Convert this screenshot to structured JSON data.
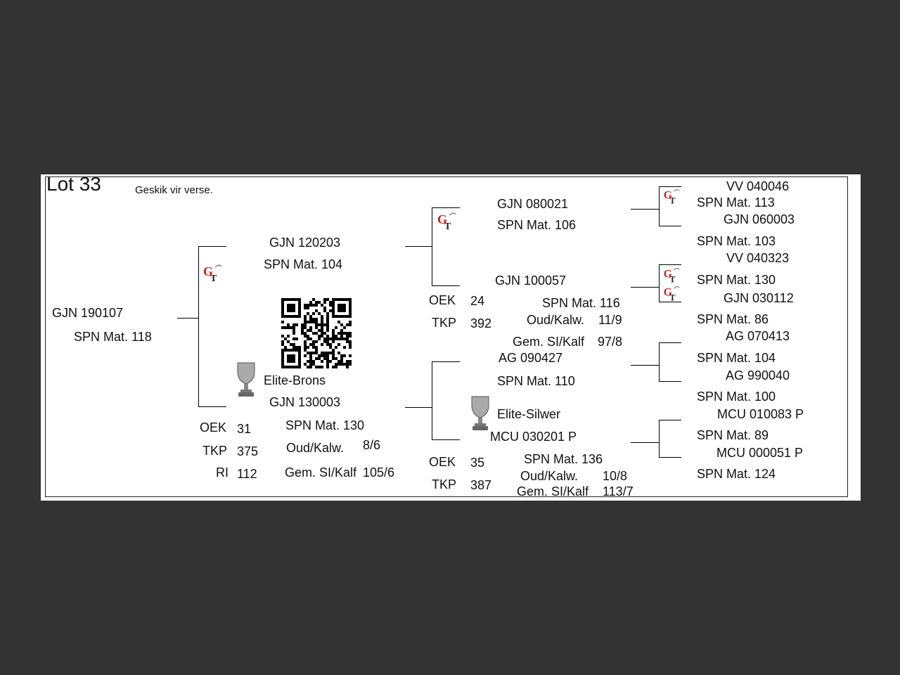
{
  "header": {
    "lot": "Lot 33",
    "note": "Geskik vir verse."
  },
  "animal": {
    "id": "GJN 190107",
    "spn": "SPN Mat. 118"
  },
  "sire": {
    "id": "GJN 120203",
    "spn": "SPN Mat. 104",
    "sire": {
      "id": "GJN 080021",
      "spn": "SPN Mat. 106",
      "sire": {
        "id": "VV  040046",
        "spn": "SPN Mat. 113"
      },
      "dam": {
        "id": "GJN 060003",
        "spn": "SPN Mat. 103"
      }
    },
    "dam": {
      "id": "GJN 100057",
      "spn": "SPN Mat. 116",
      "oek_label": "OEK",
      "oek": "24",
      "tkp_label": "TKP",
      "tkp": "392",
      "oudkalw_label": "Oud/Kalw.",
      "oudkalw": "11/9",
      "gem_label": "Gem. SI/Kalf",
      "gem": "97/8",
      "sire": {
        "id": "VV  040323",
        "spn": "SPN Mat. 130"
      },
      "dam": {
        "id": "GJN 030112",
        "spn": "SPN Mat. 86"
      }
    }
  },
  "dam": {
    "award": "Elite-Brons",
    "id": "GJN 130003",
    "spn": "SPN Mat. 130",
    "oek_label": "OEK",
    "oek": "31",
    "tkp_label": "TKP",
    "tkp": "375",
    "ri_label": "RI",
    "ri": "112",
    "oudkalw_label": "Oud/Kalw.",
    "oudkalw": "8/6",
    "gem_label": "Gem. SI/Kalf",
    "gem": "105/6",
    "sire": {
      "id": "AG  090427",
      "spn": "SPN Mat. 110",
      "sire": {
        "id": "AG  070413",
        "spn": "SPN Mat. 104"
      },
      "dam": {
        "id": "AG  990040",
        "spn": "SPN Mat. 100"
      }
    },
    "dam": {
      "award": "Elite-Silwer",
      "id": "MCU 030201  P",
      "spn": "SPN Mat. 136",
      "oek_label": "OEK",
      "oek": "35",
      "tkp_label": "TKP",
      "tkp": "387",
      "oudkalw_label": "Oud/Kalw.",
      "oudkalw": "10/8",
      "gem_label": "Gem. SI/Kalf",
      "gem": "113/7",
      "sire": {
        "id": "MCU 010083  P",
        "spn": "SPN Mat. 89"
      },
      "dam": {
        "id": "MCU 000051  P",
        "spn": "SPN Mat. 124"
      }
    }
  },
  "icons": {
    "logo": "gt-breeder-logo-icon",
    "trophy": "trophy-icon",
    "qr": "qr-code"
  },
  "colors": {
    "background": "#333333",
    "page": "#ffffff",
    "logo_red": "#cc1f1f"
  }
}
